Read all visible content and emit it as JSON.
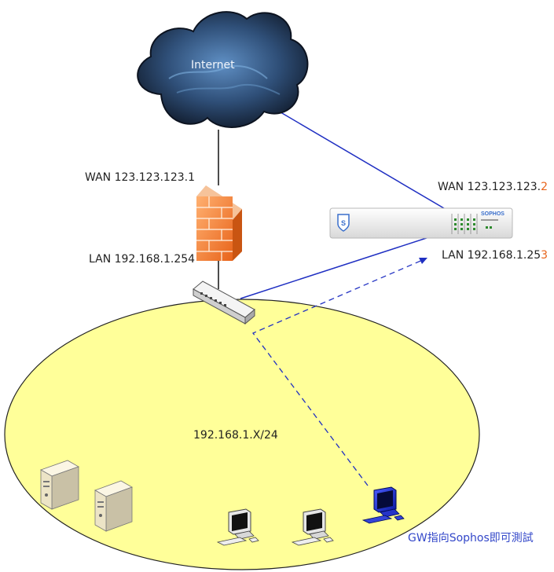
{
  "cloud": {
    "label": "Internet"
  },
  "firewall": {
    "wan_label": "WAN 123.123.123.1",
    "lan_label": "LAN 192.168.1.254"
  },
  "sophos": {
    "brand": "SOPHOS",
    "wan_prefix": "WAN 123.123.123.",
    "wan_suffix": "2",
    "lan_prefix": "LAN 192.168.1.25",
    "lan_suffix": "3"
  },
  "network": {
    "subnet_label": "192.168.1.X/24"
  },
  "note": {
    "text": "GW指向Sophos即可測試"
  },
  "icons": {
    "cloud": "internet-cloud-icon",
    "firewall": "firewall-brick-icon",
    "switch": "network-switch-icon",
    "appliance": "sophos-appliance-icon",
    "server": "server-tower-icon",
    "workstation": "workstation-icon"
  },
  "colors": {
    "link_blue": "#1f2fc2",
    "link_black": "#111111",
    "lan_area": "#ffff99",
    "highlight": "#e8641b",
    "note_text": "#3347c9"
  }
}
